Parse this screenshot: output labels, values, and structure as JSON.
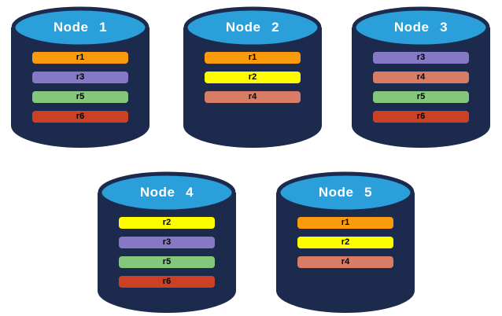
{
  "diagram": {
    "description": "Database nodes with replica placement",
    "colors": {
      "cylinder_body": "#1C2A4D",
      "cylinder_top": "#2B9FD9",
      "cylinder_outline": "#1C2A4D",
      "title_text": "#FFFFFF",
      "bar_text": "#000000",
      "replicas": {
        "r1": "#F99B0C",
        "r2": "#FDFD00",
        "r3": "#8579C5",
        "r4": "#D97C66",
        "r5": "#84C67C",
        "r6": "#CC4125"
      }
    },
    "nodes": [
      {
        "label": "Node 1",
        "replicas": [
          "r1",
          "r3",
          "r5",
          "r6"
        ]
      },
      {
        "label": "Node 2",
        "replicas": [
          "r1",
          "r2",
          "r4"
        ]
      },
      {
        "label": "Node 3",
        "replicas": [
          "r3",
          "r4",
          "r5",
          "r6"
        ]
      },
      {
        "label": "Node 4",
        "replicas": [
          "r2",
          "r3",
          "r5",
          "r6"
        ]
      },
      {
        "label": "Node 5",
        "replicas": [
          "r1",
          "r2",
          "r4"
        ]
      }
    ]
  }
}
